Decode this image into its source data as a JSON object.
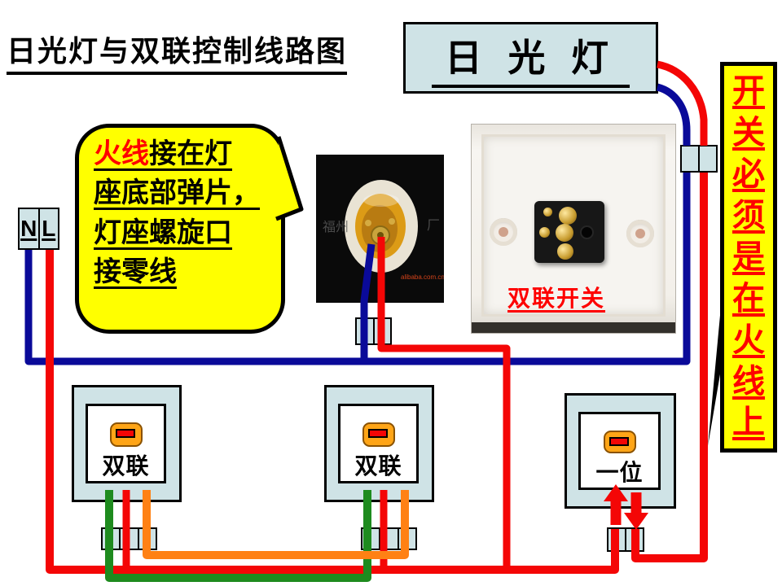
{
  "title": "日光灯与双联控制线路图",
  "lamp_box": {
    "label": "日 光 灯"
  },
  "warning_banner": {
    "text": "开关必须是在火线上",
    "chars": [
      "开",
      "关",
      "必",
      "须",
      "是",
      "在",
      "火",
      "线",
      "上"
    ]
  },
  "note_bubble": {
    "line1_highlight": "火线",
    "line1_rest": "接在灯",
    "line2": "座底部弹片，",
    "line3": "灯座螺旋口",
    "line4": "接零线"
  },
  "mains_terminal": {
    "neutral_label": "N",
    "live_label": "L"
  },
  "switch_photo": {
    "caption": "双联开关"
  },
  "lamp_photo": {
    "watermark_left": "福州",
    "watermark_right": "厂",
    "site_text": "alibaba.com.cn"
  },
  "switches": {
    "left": {
      "label": "双联"
    },
    "middle": {
      "label": "双联"
    },
    "right": {
      "label": "一位"
    }
  },
  "colors": {
    "live": "#f40606",
    "neutral": "#0a0a99",
    "traveler_green": "#1e8b1e",
    "traveler_orange": "#ff8114",
    "panel_blue": "#cfe3e6",
    "note_yellow": "#ffff00",
    "warning_text": "#fe0000",
    "rocker_orange": "#ffa517"
  }
}
